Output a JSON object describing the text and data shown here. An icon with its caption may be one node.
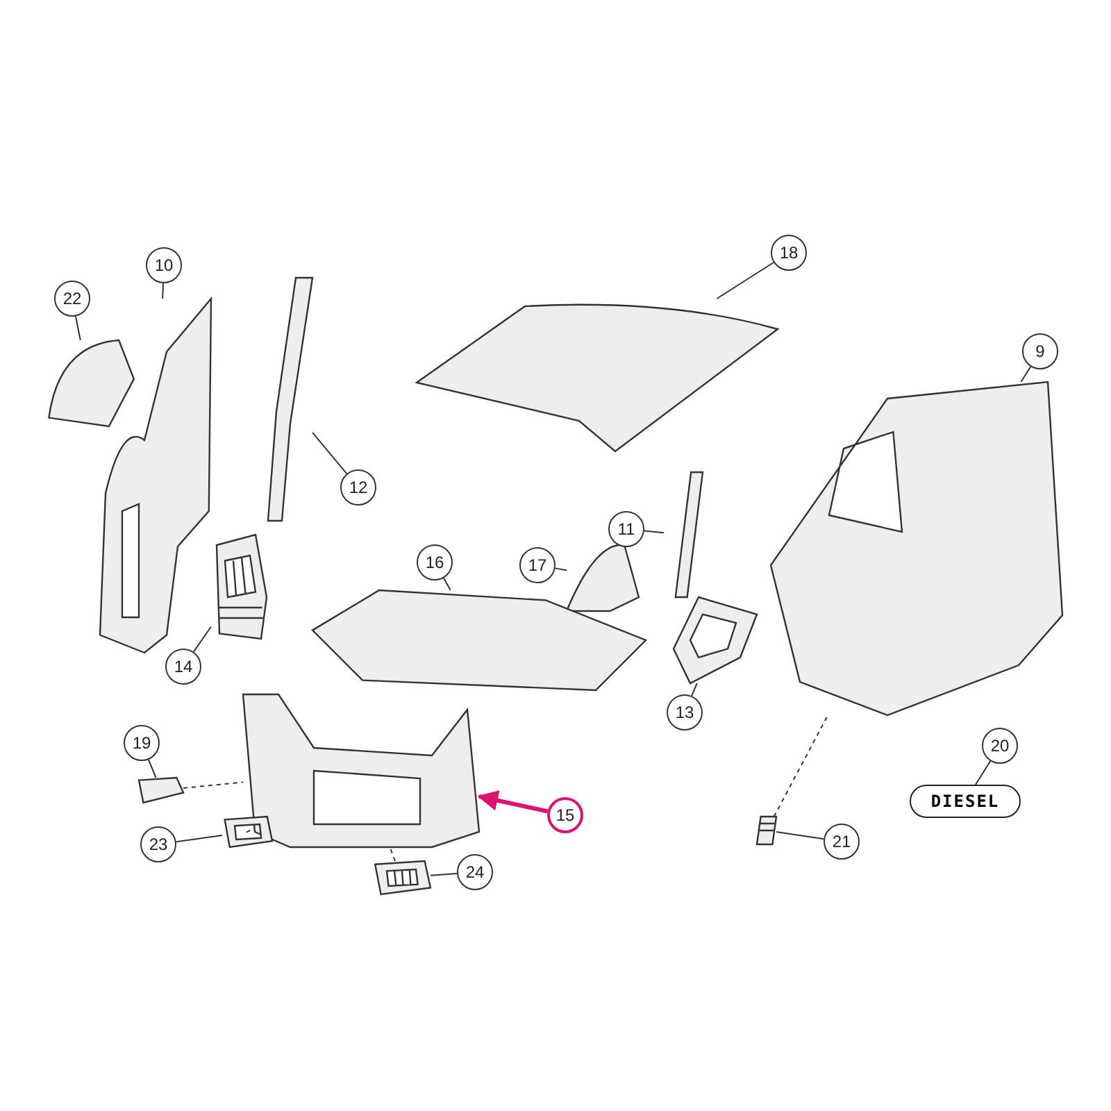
{
  "diagram": {
    "nodes": [
      {
        "text": [
          "22"
        ]
      },
      {
        "text": [],
        "shape": "picture"
      },
      {
        "text": [
          "10"
        ]
      },
      {
        "text": [],
        "shape": "picture"
      },
      {
        "text": [
          "18"
        ]
      },
      {
        "text": [],
        "shape": "picture"
      },
      {
        "text": [
          "9"
        ]
      },
      {
        "text": [],
        "shape": "picture"
      },
      {
        "text": [
          "12"
        ]
      },
      {
        "text": [],
        "shape": "picture"
      },
      {
        "text": [
          "11"
        ]
      },
      {
        "text": [],
        "shape": "picture"
      },
      {
        "text": [
          "17"
        ]
      },
      {
        "text": [],
        "shape": "picture"
      },
      {
        "text": [
          "16"
        ]
      },
      {
        "text": [],
        "shape": "picture"
      },
      {
        "text": [
          "14"
        ]
      },
      {
        "text": [],
        "shape": "picture"
      },
      {
        "text": [
          "13"
        ]
      },
      {
        "text": [],
        "shape": "picture"
      },
      {
        "text": [
          "19"
        ]
      },
      {
        "text": [],
        "shape": "picture"
      },
      {
        "text": [
          "20"
        ]
      },
      {
        "text": [
          "DIESEL"
        ]
      },
      {
        "text": [
          "15"
        ]
      },
      {
        "text": [],
        "shape": "picture"
      },
      {
        "text": [
          "23"
        ]
      },
      {
        "text": [],
        "shape": "picture"
      },
      {
        "text": [
          "21"
        ]
      },
      {
        "text": [],
        "shape": "picture"
      },
      {
        "text": [
          "24"
        ]
      },
      {
        "text": [],
        "shape": "picture"
      }
    ],
    "edges": [
      {
        "from": 0,
        "to": 1,
        "arrow": "none"
      },
      {
        "from": 2,
        "to": 3,
        "arrow": "none"
      },
      {
        "from": 4,
        "to": 5,
        "arrow": "none"
      },
      {
        "from": 6,
        "to": 7,
        "arrow": "none"
      },
      {
        "from": 8,
        "to": 9,
        "arrow": "none"
      },
      {
        "from": 10,
        "to": 11,
        "arrow": "none"
      },
      {
        "from": 12,
        "to": 13,
        "arrow": "none"
      },
      {
        "from": 14,
        "to": 15,
        "arrow": "none"
      },
      {
        "from": 16,
        "to": 17,
        "arrow": "none"
      },
      {
        "from": 18,
        "to": 19,
        "arrow": "none"
      },
      {
        "from": 20,
        "to": 21,
        "arrow": "none"
      },
      {
        "from": 22,
        "to": 23,
        "arrow": "none"
      },
      {
        "from": 24,
        "to": 25,
        "arrow": "to",
        "style": "thick",
        "color": "#e0116f"
      },
      {
        "from": 26,
        "to": 27,
        "arrow": "none"
      },
      {
        "from": 28,
        "to": 29,
        "arrow": "none"
      },
      {
        "from": 30,
        "to": 31,
        "arrow": "none"
      },
      {
        "from": 21,
        "to": 25,
        "arrow": "none",
        "style": "dashed"
      },
      {
        "from": 27,
        "to": 25,
        "arrow": "none",
        "style": "dashed"
      },
      {
        "from": 31,
        "to": 25,
        "arrow": "none",
        "style": "dashed"
      },
      {
        "from": 29,
        "to": 7,
        "arrow": "none",
        "style": "dashed"
      }
    ]
  }
}
